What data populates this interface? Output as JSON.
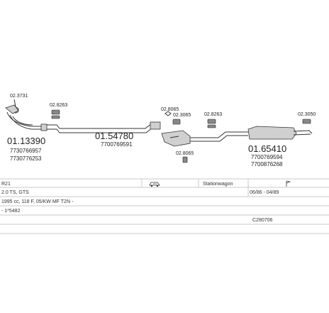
{
  "parts": {
    "manifold": {
      "ref": "02.3731",
      "number": "01.13390",
      "codes": [
        "7730766957",
        "7730776253"
      ]
    },
    "clamp_a": {
      "ref": "02.8263"
    },
    "mid_pipe": {
      "number": "01.54780",
      "code": "7700769591"
    },
    "clamp_b": {
      "ref": "02.8065"
    },
    "clamp_c": {
      "ref": "02.8065"
    },
    "clamp_d": {
      "ref": "02.3065"
    },
    "clamp_e": {
      "ref": "02.8263"
    },
    "rear_silencer": {
      "number": "01.65410",
      "codes": [
        "7700769594",
        "7700876268"
      ]
    },
    "tail_clamp": {
      "ref": "02.3050"
    }
  },
  "table": {
    "row1": {
      "model": "R21",
      "body": "Stationwagon",
      "dates": "06/86 - 04/89"
    },
    "row2": {
      "engine": "2.0 TS, GTS"
    },
    "row3": {
      "spec": "1995 cc, 118 F, 05/KW MF T2N -"
    },
    "row4": {
      "type": "- 1*5482"
    },
    "row5": {
      "code": "C280706"
    }
  },
  "icons": {
    "car": "car-icon",
    "flag": "flag-icon"
  }
}
